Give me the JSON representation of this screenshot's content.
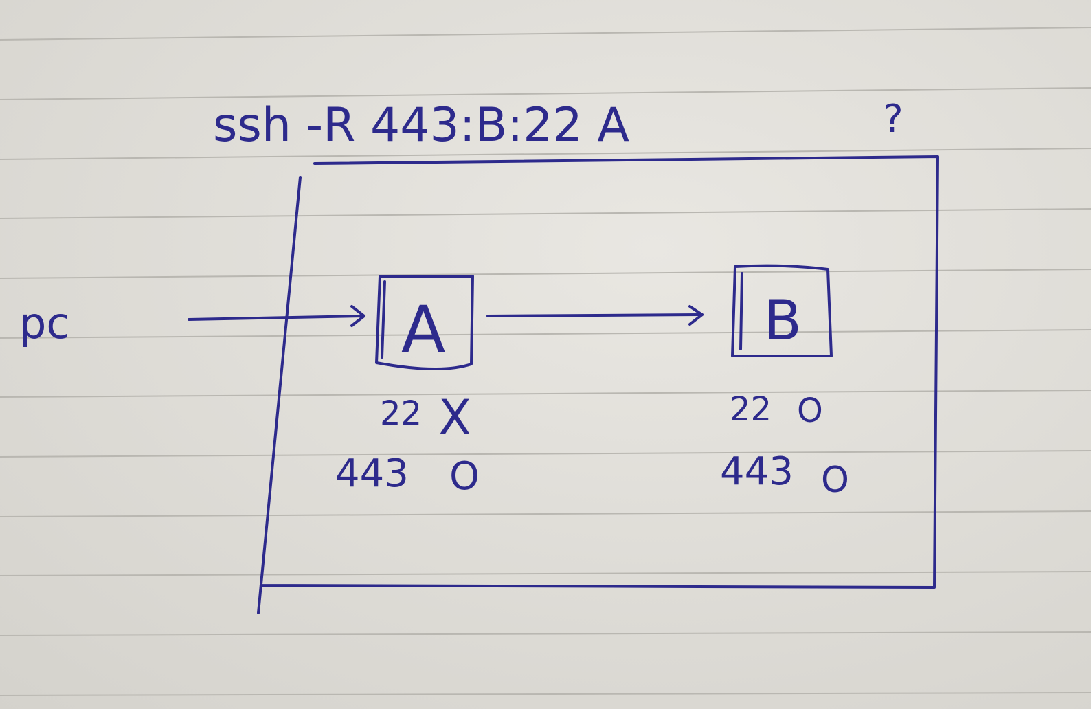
{
  "command": "ssh -R 443:B:22 A",
  "question_mark": "?",
  "source_label": "pc",
  "hosts": [
    {
      "name": "A",
      "ports": [
        {
          "port": "22",
          "status": "X"
        },
        {
          "port": "443",
          "status": "O"
        }
      ]
    },
    {
      "name": "B",
      "ports": [
        {
          "port": "22",
          "status": "O"
        },
        {
          "port": "443",
          "status": "O"
        }
      ]
    }
  ],
  "colors": {
    "ink": "#2d2a8c",
    "paper": "#e2e0da",
    "rule": "#b9b7b1"
  }
}
